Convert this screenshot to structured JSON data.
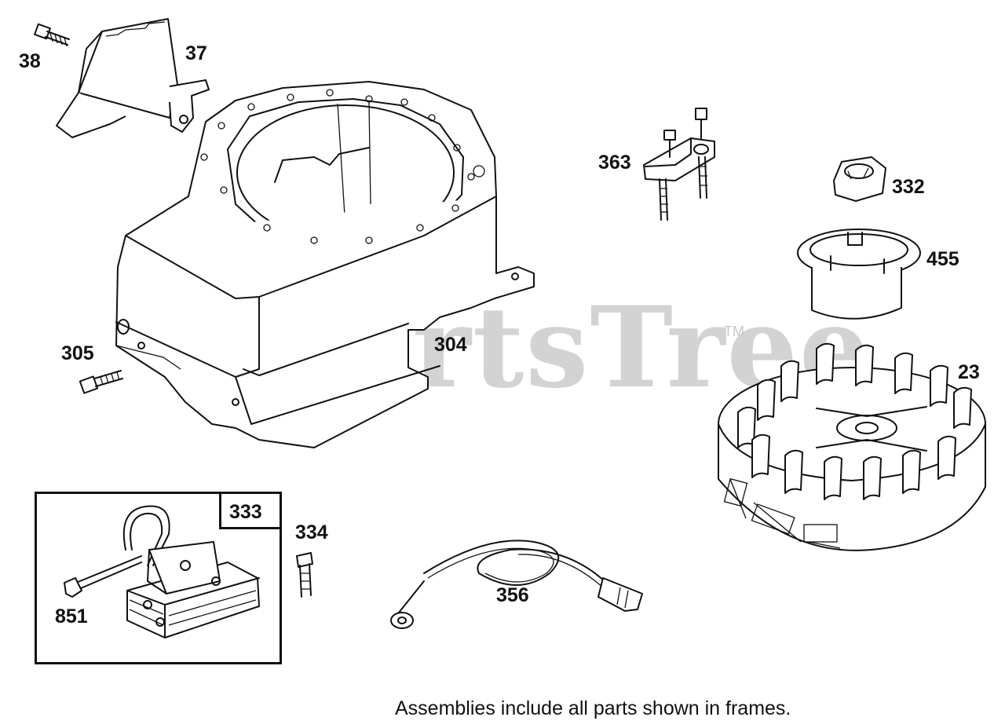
{
  "watermark": {
    "text": "PartsTree",
    "tm": "TM"
  },
  "callouts": {
    "p38": "38",
    "p37": "37",
    "p363": "363",
    "p332": "332",
    "p455": "455",
    "p305": "305",
    "p304": "304",
    "p23": "23",
    "p333": "333",
    "p334": "334",
    "p851": "851",
    "p356": "356"
  },
  "note": "Assemblies include all parts shown in frames."
}
